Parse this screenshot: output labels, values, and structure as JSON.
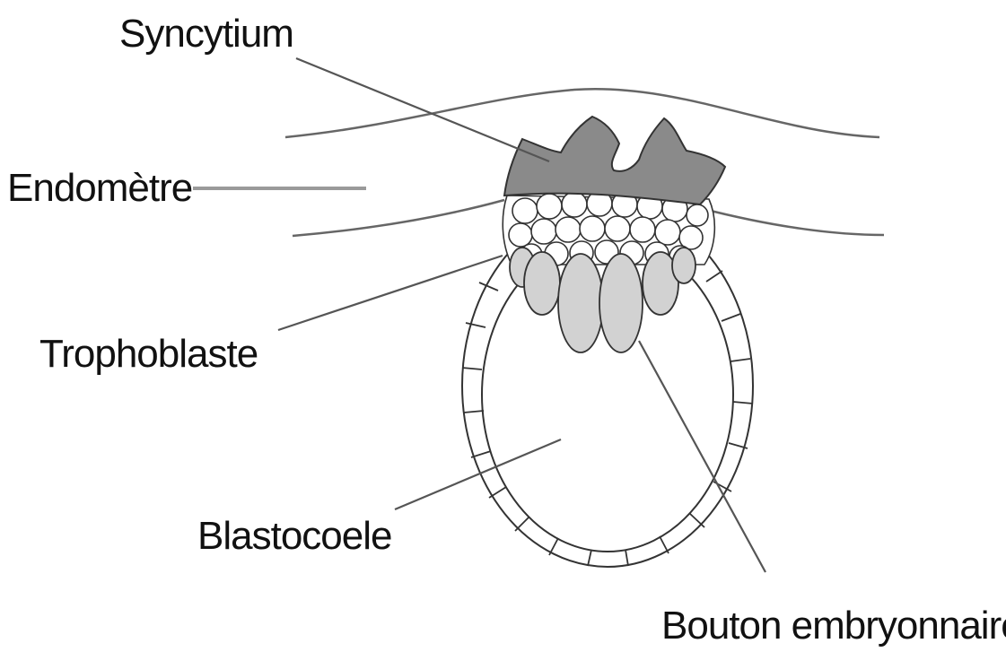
{
  "labels": {
    "syncytium": "Syncytium",
    "endometre": "Endomètre",
    "trophoblaste": "Trophoblaste",
    "blastocoele": "Blastocoele",
    "bouton": "Bouton embryonnaire"
  },
  "colors": {
    "line": "#555555",
    "outline": "#333333",
    "syncytium_fill": "#8a8a8a",
    "embryo_fill": "#d2d2d2",
    "endometrium_line": "#9a9a9a",
    "background": "#ffffff"
  }
}
